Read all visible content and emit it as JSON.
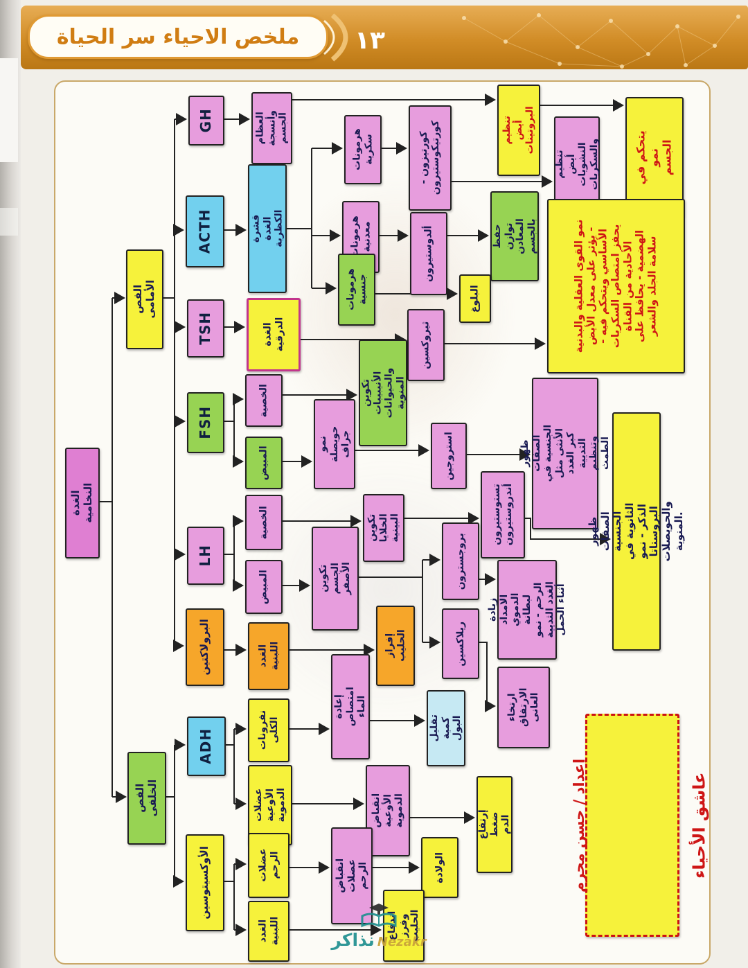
{
  "header": {
    "title": "ملخص الاحياء سر الحياة",
    "page_number": "١٣"
  },
  "colors": {
    "banner": "#d18c26",
    "node_pink": "#e79ddd",
    "node_yellow": "#f6f23b",
    "node_green": "#97d353",
    "node_cyan": "#72d0ee",
    "node_orange": "#f6a62a",
    "red_text": "#ce1515"
  },
  "nodes": {
    "gh": {
      "label": "GH"
    },
    "bones": {
      "label": "العظام وأنسجة الجسم"
    },
    "protein_metabolism": {
      "label": "تنظيم أيض البروتينات"
    },
    "body_growth": {
      "label": "يتحكم في نمو الجسم"
    },
    "sugar_hormones": {
      "label": "هرمونات سكرية"
    },
    "cortisone": {
      "label": "كورتيزون - كورتيكوستيرون"
    },
    "carb_metabolism": {
      "label": "تنظيم أيض النشويات والسكريات"
    },
    "acth": {
      "label": "ACTH"
    },
    "adrenal_cortex": {
      "label": "قشرة الغدة الكظرية"
    },
    "mineral_hormones": {
      "label": "هرمونات معدنية"
    },
    "aldosterone": {
      "label": "ألدوستيرون"
    },
    "mineral_balance": {
      "label": "حفظ توازن المعادن بالجسم"
    },
    "sex_hormones": {
      "label": "هرمونات جنسية"
    },
    "puberty": {
      "label": "البلوغ"
    },
    "thyroxine_functions": {
      "label": "نمو القوى العقلية والبدنية - يؤثر على معدل الأيض الأساسي ويتحكم فيه - يحفز امتصاص السكريات الأحادية من القناة الهضمية - يحافظ على سلامة الجلد والشعر"
    },
    "anterior_lobe": {
      "label": "الفص الأمامى"
    },
    "tsh": {
      "label": "TSH"
    },
    "thyroid_gland": {
      "label": "الغدة الدرقية"
    },
    "thyroxine": {
      "label": "ثيروكسين"
    },
    "sperm_tubules": {
      "label": "تكوين الأنيبيبات والحيوانات المنوية"
    },
    "fsh": {
      "label": "FSH"
    },
    "testis1": {
      "label": "الخصية"
    },
    "graafian_follicle": {
      "label": "نمو حويصلة جراف"
    },
    "ovary1": {
      "label": "المبيض"
    },
    "estrogen": {
      "label": "استروجين"
    },
    "female_traits": {
      "label": "ظهور الصفات الجنسية في الأنثى مثل كبر الغدد الثديية وتنظيم الطمث"
    },
    "pituitary": {
      "label": "الغدة النخامية"
    },
    "testosterone": {
      "label": "تستوستيرون أندروستيرون"
    },
    "testis2": {
      "label": "الخصية"
    },
    "interstitial_cells": {
      "label": "تكوين الخلايا البينية"
    },
    "lh": {
      "label": "LH"
    },
    "ovary2": {
      "label": "المبيض"
    },
    "corpus_luteum": {
      "label": "تكوين الجسم الأصفر"
    },
    "progesterone": {
      "label": "بروجسترون"
    },
    "male_traits": {
      "label": "ظهور الصفات الجنسية الثانوية في الذكر - نمو البروستاتا والحويصلات المنوية."
    },
    "uterine_lining": {
      "label": "زيادة الامداد الدموي لبطانة الرحم - نمو الغدد الثديية أثناء الحمل"
    },
    "relaxin": {
      "label": "ريلاكسين"
    },
    "prolactin": {
      "label": "البرولاكتين"
    },
    "mammary_glands1": {
      "label": "الغدد اللبنية"
    },
    "milk_secretion": {
      "label": "إفراز الحليب"
    },
    "pubic_symphysis": {
      "label": "ارتخاء الارتفاق العانى"
    },
    "water_reabsorption": {
      "label": "إعادة امتصاص الماء"
    },
    "nephrons": {
      "label": "نفرونات الكلى"
    },
    "adh": {
      "label": "ADH"
    },
    "urine_reduction": {
      "label": "تقليل كمية البول"
    },
    "vessel_muscles": {
      "label": "عضلات الأوعية الدموية"
    },
    "vasoconstriction": {
      "label": "انقباض الأوعية الدموية"
    },
    "posterior_lobe": {
      "label": "الفص الخلفى"
    },
    "high_blood_pressure": {
      "label": "إرتفاع ضغط الدم"
    },
    "oxytocin": {
      "label": "الأوكسيتوسين"
    },
    "uterus_muscles": {
      "label": "عضلات الرحم"
    },
    "uterus_contraction": {
      "label": "انقباض عضلات الرحم"
    },
    "birth": {
      "label": "الولادة"
    },
    "mammary_glands2": {
      "label": "الغدد اللبنية"
    },
    "milk_ejection": {
      "label": "اندفاع وفرز الحليب"
    }
  },
  "credit": {
    "line1": "إعداد / حسن محرم",
    "line2": "عاشق الأحياء"
  },
  "watermark": {
    "ar": "نذاكر",
    "en": "Nezakr"
  }
}
